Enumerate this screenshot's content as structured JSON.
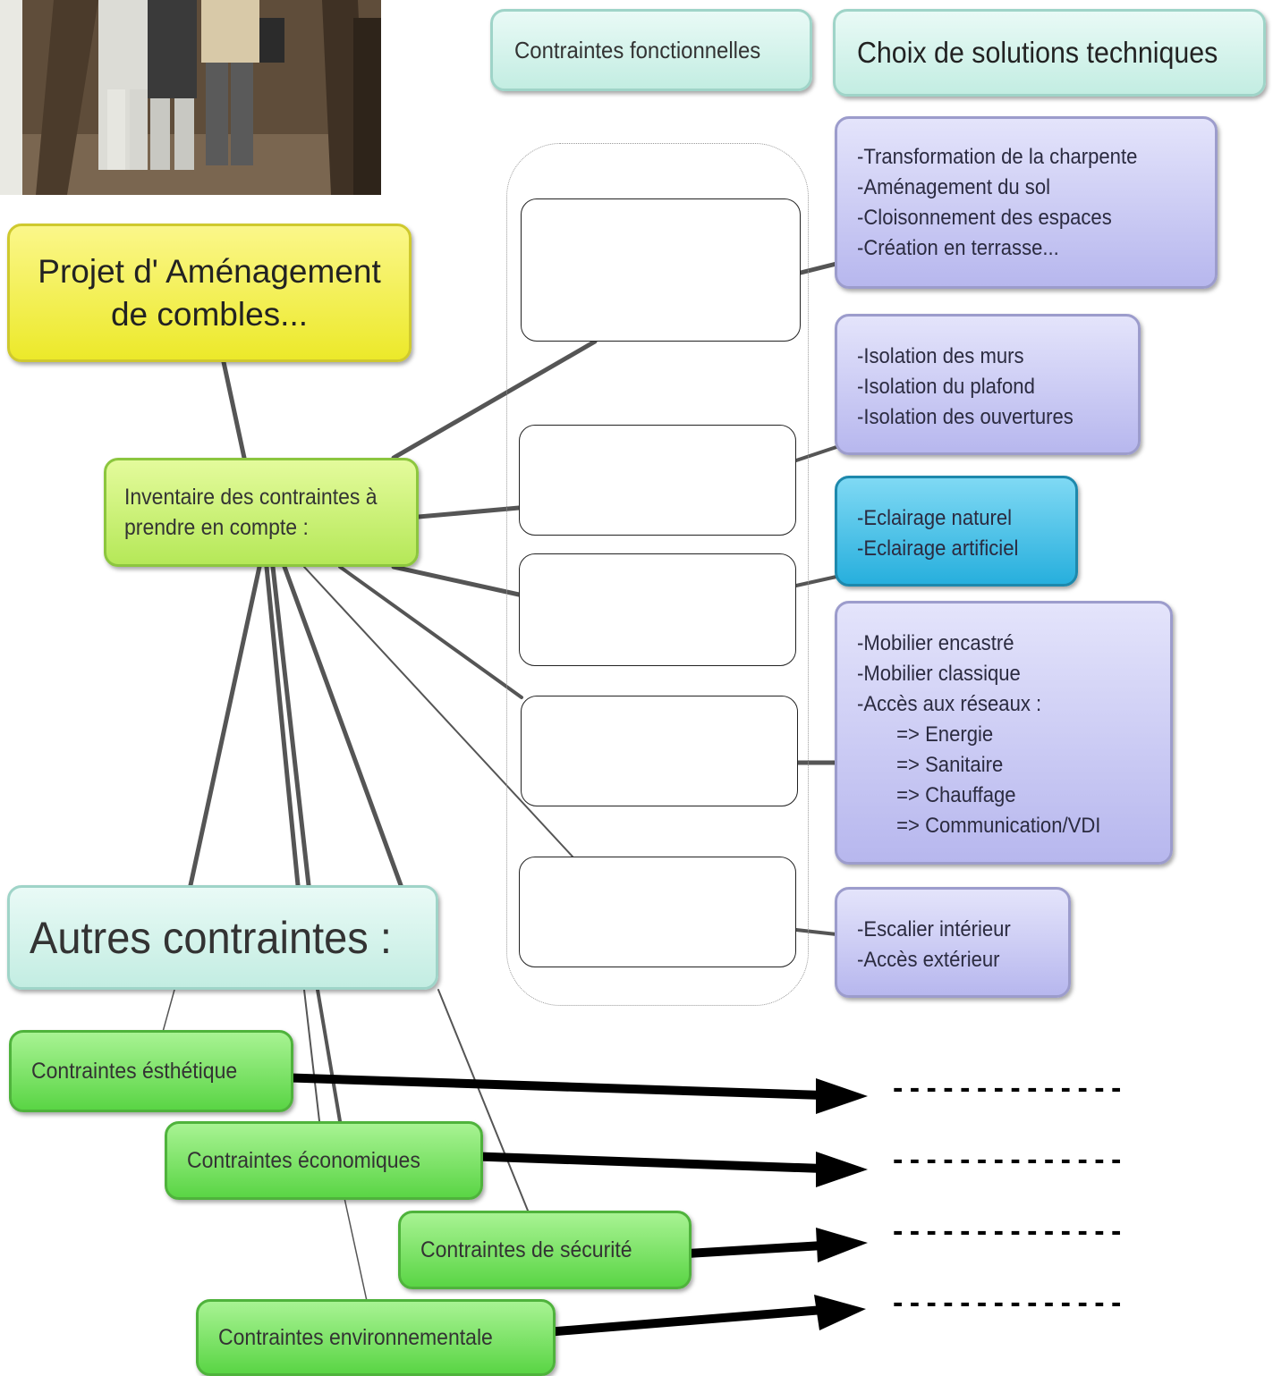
{
  "title": "Projet d' Aménagement de combles...",
  "inventory": "Inventaire des contraintes à prendre en compte :",
  "header_functional": "Contraintes fonctionnelles",
  "header_solutions": "Choix de solutions techniques",
  "other_constraints": "Autres contraintes :",
  "solutions": [
    [
      "-Transformation de la charpente",
      "-Aménagement du sol",
      "-Cloisonnement des espaces",
      "-Création en terrasse..."
    ],
    [
      "-Isolation des murs",
      "-Isolation du plafond",
      "-Isolation des ouvertures"
    ],
    [
      "-Eclairage naturel",
      "-Eclairage artificiel"
    ],
    [
      "-Mobilier encastré",
      "-Mobilier classique",
      "-Accès aux réseaux :",
      "=> Energie",
      "=> Sanitaire",
      "=> Chauffage",
      "=> Communication/VDI"
    ],
    [
      "-Escalier intérieur",
      "-Accès extérieur"
    ]
  ],
  "constraints": [
    "Contraintes ésthétique",
    "Contraintes économiques",
    "Contraintes de sécurité",
    "Contraintes environnementale"
  ],
  "answer_line": "- - - - - - - - - - - - - -"
}
